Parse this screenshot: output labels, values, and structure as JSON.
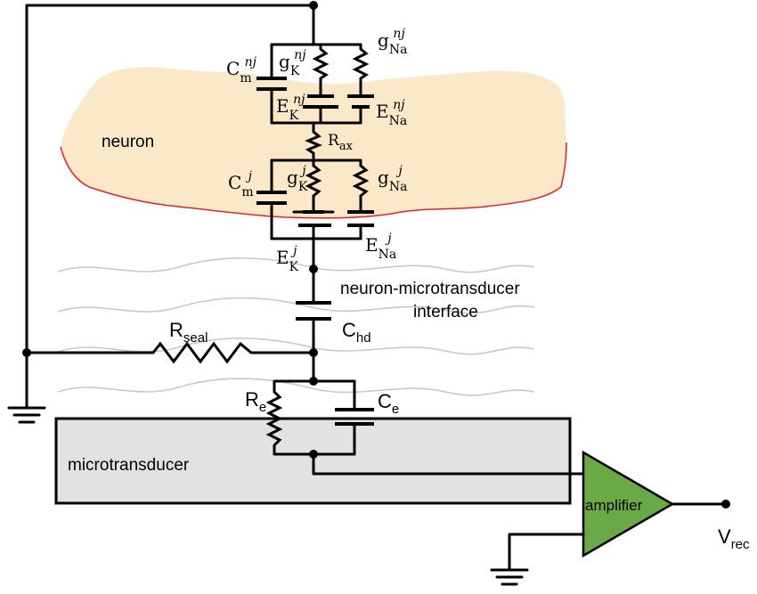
{
  "labels": {
    "neuron": "neuron",
    "interface_line1": "neuron-microtransducer",
    "interface_line2": "interface",
    "microtransducer": "microtransducer",
    "amplifier": "amplifier"
  },
  "symbols": {
    "Cm_nj": {
      "base": "C",
      "sub": "m",
      "sup": "nj"
    },
    "gK_nj": {
      "base": "g",
      "sub": "K",
      "sup": "nj"
    },
    "gNa_nj": {
      "base": "g",
      "sub": "Na",
      "sup": "nj"
    },
    "EK_nj": {
      "base": "E",
      "sub": "K",
      "sup": "nj"
    },
    "ENa_nj": {
      "base": "E",
      "sub": "Na",
      "sup": "nj"
    },
    "Rax": {
      "base": "R",
      "sub": "ax"
    },
    "Cm_j": {
      "base": "C",
      "sub": "m",
      "sup": "j"
    },
    "gK_j": {
      "base": "g",
      "sub": "K",
      "sup": "j"
    },
    "gNa_j": {
      "base": "g",
      "sub": "Na",
      "sup": "j"
    },
    "EK_j": {
      "base": "E",
      "sub": "K",
      "sup": "j"
    },
    "ENa_j": {
      "base": "E",
      "sub": "Na",
      "sup": "j"
    },
    "Rseal": {
      "base": "R",
      "sub": "seal"
    },
    "Chd": {
      "base": "C",
      "sub": "hd"
    },
    "Re": {
      "base": "R",
      "sub": "e"
    },
    "Ce": {
      "base": "C",
      "sub": "e"
    },
    "Vrec": {
      "base": "V",
      "sub": "rec"
    }
  },
  "colors": {
    "neuron_fill": "#fbe8c8",
    "neuron_bottom_edge": "#e8202a",
    "transducer_fill": "#e2e2e2",
    "amplifier_fill": "#6aaa46",
    "wave_lines": "#c8c8c8",
    "wire": "#000000"
  }
}
